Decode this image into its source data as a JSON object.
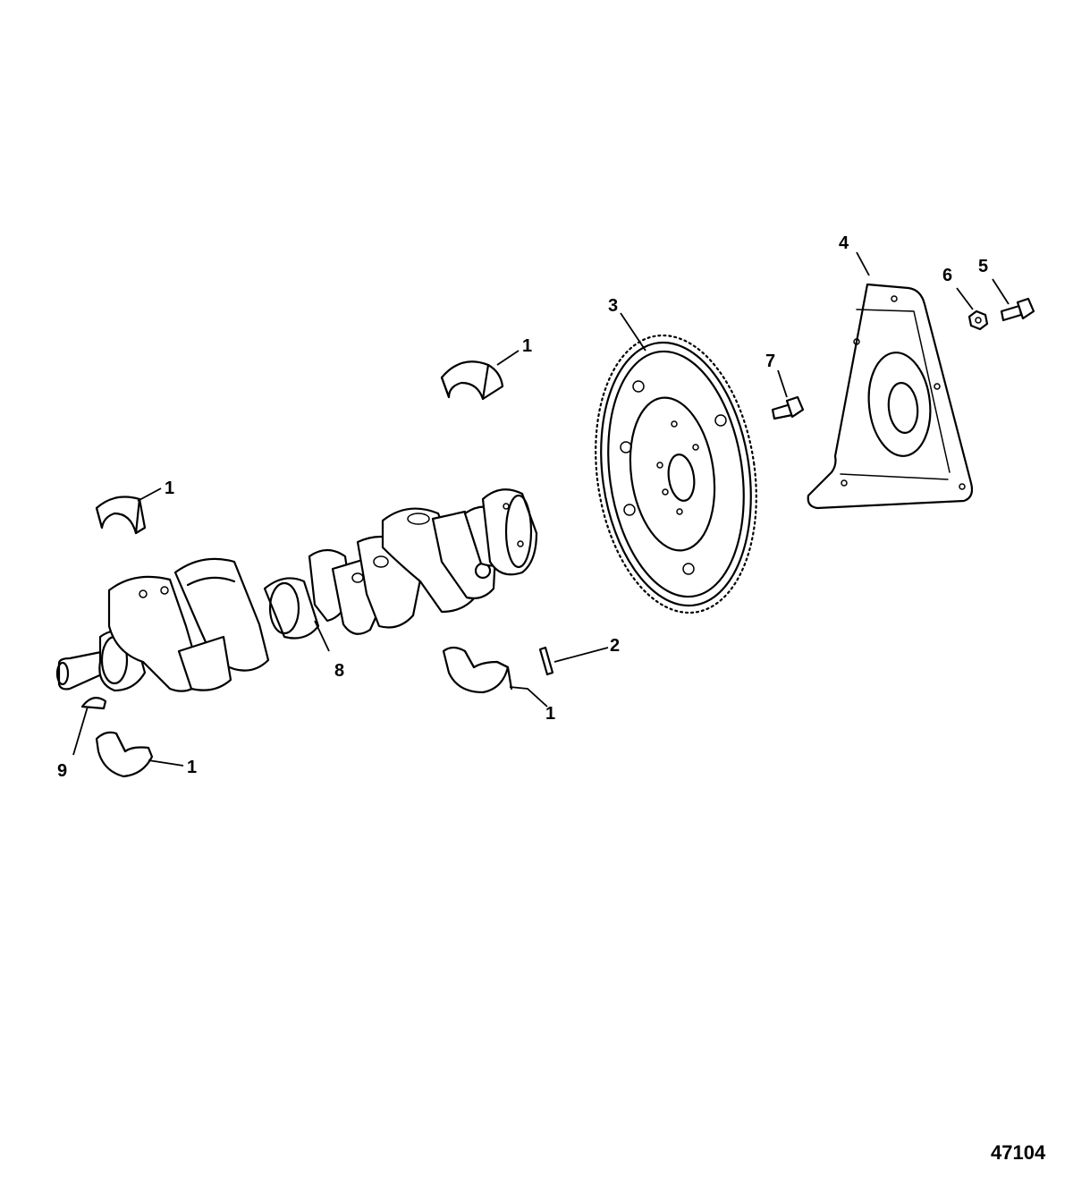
{
  "diagram": {
    "figure_number": "47104",
    "callouts": {
      "c1a": "1",
      "c1b": "1",
      "c1c": "1",
      "c1d": "1",
      "c2": "2",
      "c3": "3",
      "c4": "4",
      "c5": "5",
      "c6": "6",
      "c7": "7",
      "c8": "8",
      "c9": "9"
    }
  }
}
